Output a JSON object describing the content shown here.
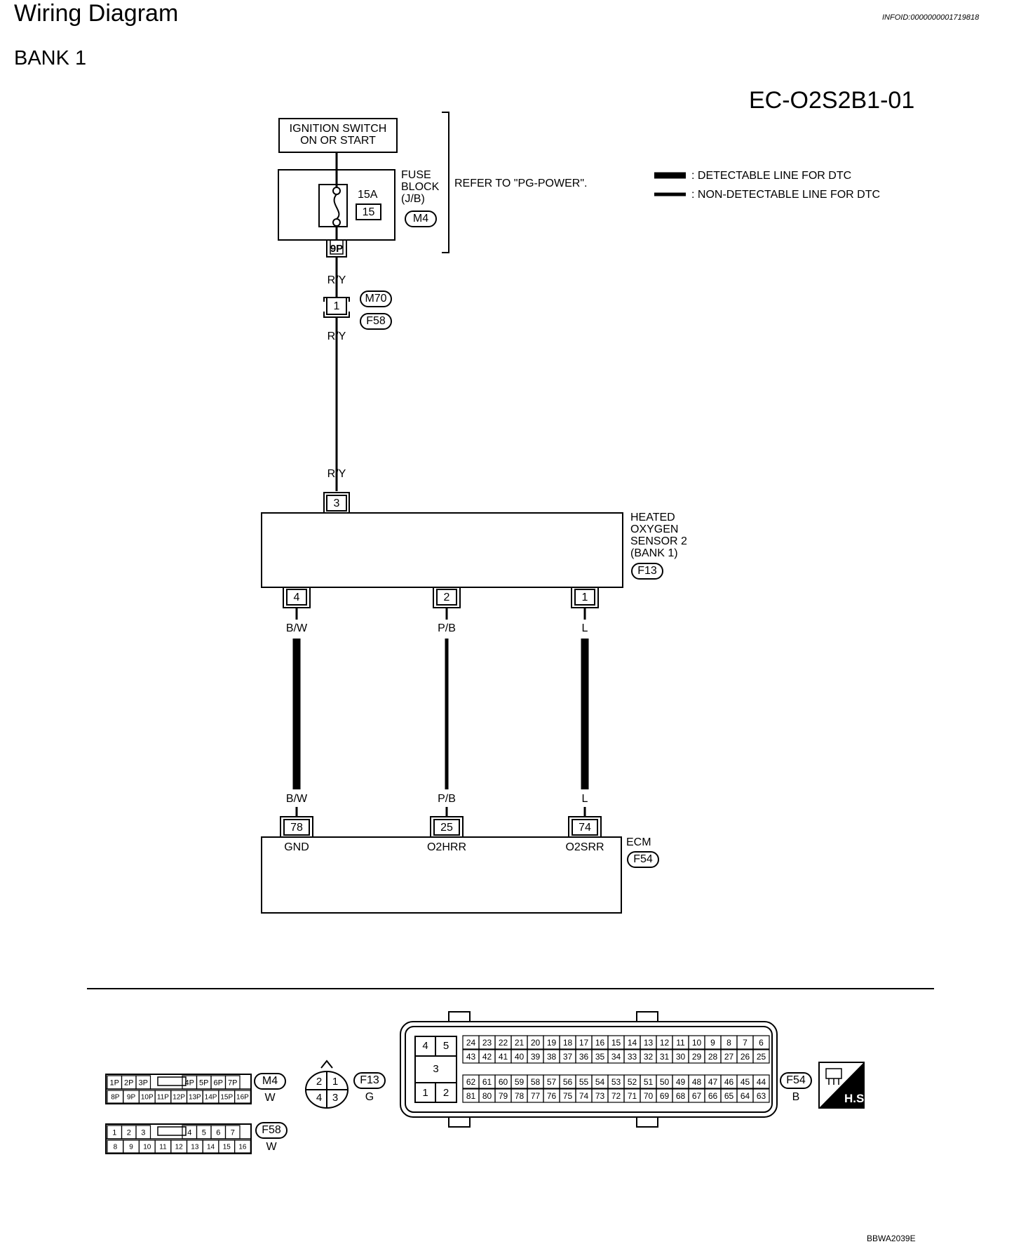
{
  "header": {
    "title": "Wiring Diagram",
    "infoid": "INFOID:0000000001719818",
    "bank": "BANK 1",
    "diagram_code": "EC-O2S2B1-01"
  },
  "power": {
    "ignition_line1": "IGNITION SWITCH",
    "ignition_line2": "ON OR START",
    "fuse_line1": "FUSE",
    "fuse_line2": "BLOCK",
    "fuse_line3": "(J/B)",
    "fuse_rating": "15A",
    "fuse_number": "15",
    "fuse_connector": "M4",
    "fuse_terminal": "9P",
    "refer_text": "REFER TO \"PG-POWER\"."
  },
  "legend": {
    "detectable": ": DETECTABLE LINE FOR DTC",
    "non_detectable": ": NON-DETECTABLE LINE FOR DTC"
  },
  "junction": {
    "wire_above": "R/Y",
    "pin": "1",
    "connector_top": "M70",
    "connector_bottom": "F58",
    "wire_below": "R/Y"
  },
  "sensor": {
    "name_line1": "HEATED",
    "name_line2": "OXYGEN",
    "name_line3": "SENSOR 2",
    "name_line4": "(BANK 1)",
    "connector": "F13",
    "top_wire": "R/Y",
    "top_pin": "3",
    "pins": [
      {
        "pin": "4",
        "wire": "B/W"
      },
      {
        "pin": "2",
        "wire": "P/B"
      },
      {
        "pin": "1",
        "wire": "L"
      }
    ]
  },
  "ecm": {
    "name": "ECM",
    "connector": "F54",
    "pins": [
      {
        "pin": "78",
        "wire": "B/W",
        "signal": "GND"
      },
      {
        "pin": "25",
        "wire": "P/B",
        "signal": "O2HRR"
      },
      {
        "pin": "74",
        "wire": "L",
        "signal": "O2SRR"
      }
    ]
  },
  "connectors": {
    "m4": {
      "id": "M4",
      "color": "W",
      "row1": [
        "1P",
        "2P",
        "3P",
        "",
        "4P",
        "5P",
        "6P",
        "7P"
      ],
      "row2": [
        "8P",
        "9P",
        "10P",
        "11P",
        "12P",
        "13P",
        "14P",
        "15P",
        "16P"
      ]
    },
    "f58": {
      "id": "F58",
      "color": "W",
      "row1": [
        "1",
        "2",
        "3",
        "",
        "4",
        "5",
        "6",
        "7"
      ],
      "row2": [
        "8",
        "9",
        "10",
        "11",
        "12",
        "13",
        "14",
        "15",
        "16"
      ]
    },
    "f13": {
      "id": "F13",
      "color": "G",
      "pins": [
        "2",
        "1",
        "4",
        "3"
      ]
    },
    "f54": {
      "id": "F54",
      "color": "B",
      "small_pins": [
        "4",
        "5",
        "3",
        "1",
        "2"
      ],
      "row1": [
        "24",
        "23",
        "22",
        "21",
        "20",
        "19",
        "18",
        "17",
        "16",
        "15",
        "14",
        "13",
        "12",
        "11",
        "10",
        "9",
        "8",
        "7",
        "6"
      ],
      "row2": [
        "43",
        "42",
        "41",
        "40",
        "39",
        "38",
        "37",
        "36",
        "35",
        "34",
        "33",
        "32",
        "31",
        "30",
        "29",
        "28",
        "27",
        "26",
        "25"
      ],
      "row3": [
        "62",
        "61",
        "60",
        "59",
        "58",
        "57",
        "56",
        "55",
        "54",
        "53",
        "52",
        "51",
        "50",
        "49",
        "48",
        "47",
        "46",
        "45",
        "44"
      ],
      "row4": [
        "81",
        "80",
        "79",
        "78",
        "77",
        "76",
        "75",
        "74",
        "73",
        "72",
        "71",
        "70",
        "69",
        "68",
        "67",
        "66",
        "65",
        "64",
        "63"
      ]
    },
    "hs_label": "H.S."
  },
  "footer": {
    "code": "BBWA2039E"
  }
}
